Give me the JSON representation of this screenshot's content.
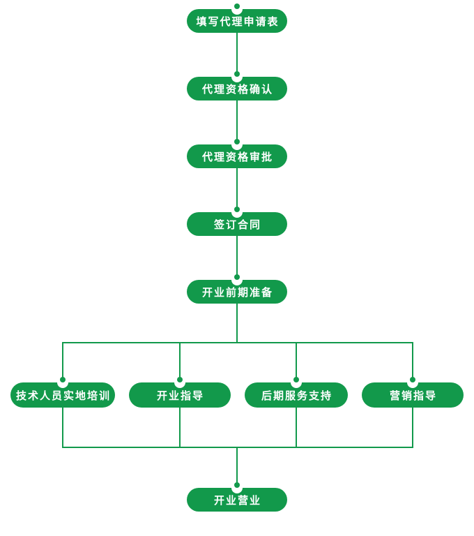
{
  "diagram": {
    "type": "flowchart",
    "orientation": "top-down",
    "colors": {
      "accent": "#12994b",
      "background": "#ffffff",
      "node_text": "#ffffff"
    },
    "nodes": [
      {
        "id": "step-1",
        "label": "填写代理申请表"
      },
      {
        "id": "step-2",
        "label": "代理资格确认"
      },
      {
        "id": "step-3",
        "label": "代理资格审批"
      },
      {
        "id": "step-4",
        "label": "签订合同"
      },
      {
        "id": "step-5",
        "label": "开业前期准备"
      },
      {
        "id": "branch-1",
        "label": "技术人员实地培训"
      },
      {
        "id": "branch-2",
        "label": "开业指导"
      },
      {
        "id": "branch-3",
        "label": "后期服务支持"
      },
      {
        "id": "branch-4",
        "label": "营销指导"
      },
      {
        "id": "step-6",
        "label": "开业营业"
      }
    ],
    "edges": [
      {
        "from": "step-1",
        "to": "step-2"
      },
      {
        "from": "step-2",
        "to": "step-3"
      },
      {
        "from": "step-3",
        "to": "step-4"
      },
      {
        "from": "step-4",
        "to": "step-5"
      },
      {
        "from": "step-5",
        "to": "branch-1"
      },
      {
        "from": "step-5",
        "to": "branch-2"
      },
      {
        "from": "step-5",
        "to": "branch-3"
      },
      {
        "from": "step-5",
        "to": "branch-4"
      },
      {
        "from": "branch-1",
        "to": "step-6"
      },
      {
        "from": "branch-2",
        "to": "step-6"
      },
      {
        "from": "branch-3",
        "to": "step-6"
      },
      {
        "from": "branch-4",
        "to": "step-6"
      }
    ]
  }
}
